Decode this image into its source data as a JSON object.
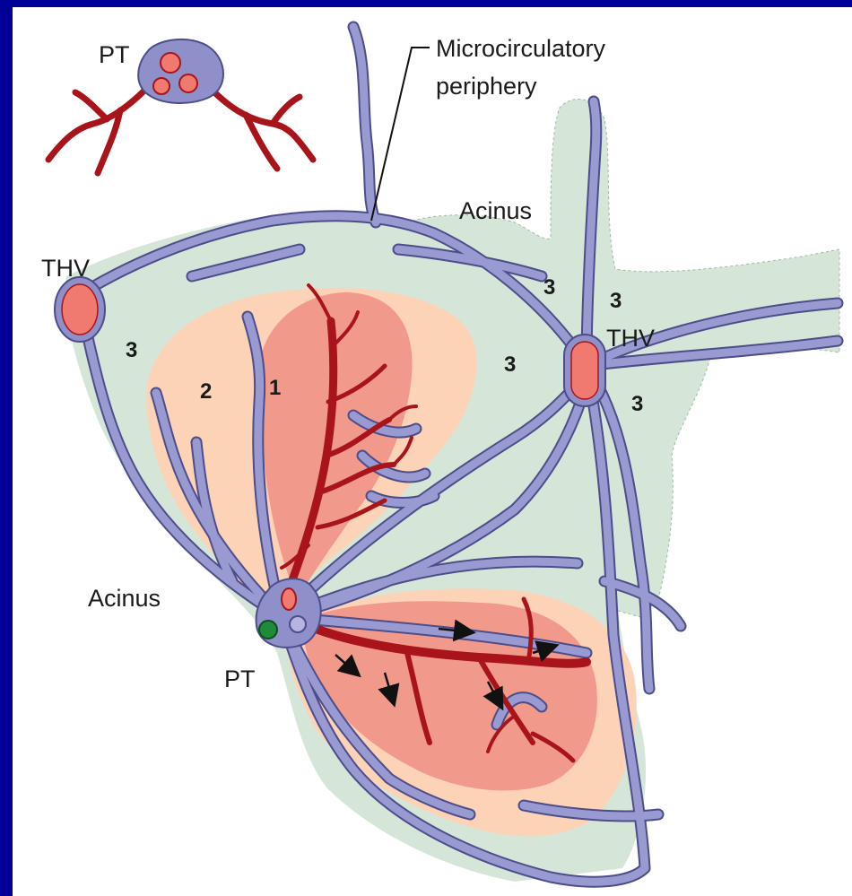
{
  "labels": {
    "pt_top": "PT",
    "pt_bottom": "PT",
    "thv_left": "THV",
    "thv_right": "THV",
    "microcirculatory_line1": "Microcirculatory",
    "microcirculatory_line2": "periphery",
    "acinus_top": "Acinus",
    "acinus_left": "Acinus"
  },
  "zones": {
    "zone_1": "1",
    "zone_2": "2",
    "zone_3_a": "3",
    "zone_3_b": "3",
    "zone_3_c": "3",
    "zone_3_d": "3",
    "zone_3_e": "3"
  },
  "colors": {
    "slide_background": "#000099",
    "acinus_fill": "#d5e6d8",
    "zone_2_fill": "#fdd3b8",
    "zone_1_fill": "#f19a8c",
    "sinusoid": "#8f8fc9",
    "sinusoid_outline": "#4d4d8a",
    "arteriole": "#a8141a",
    "vein_lumen": "#f07a70",
    "bile_duct": "#1f8a3a"
  }
}
